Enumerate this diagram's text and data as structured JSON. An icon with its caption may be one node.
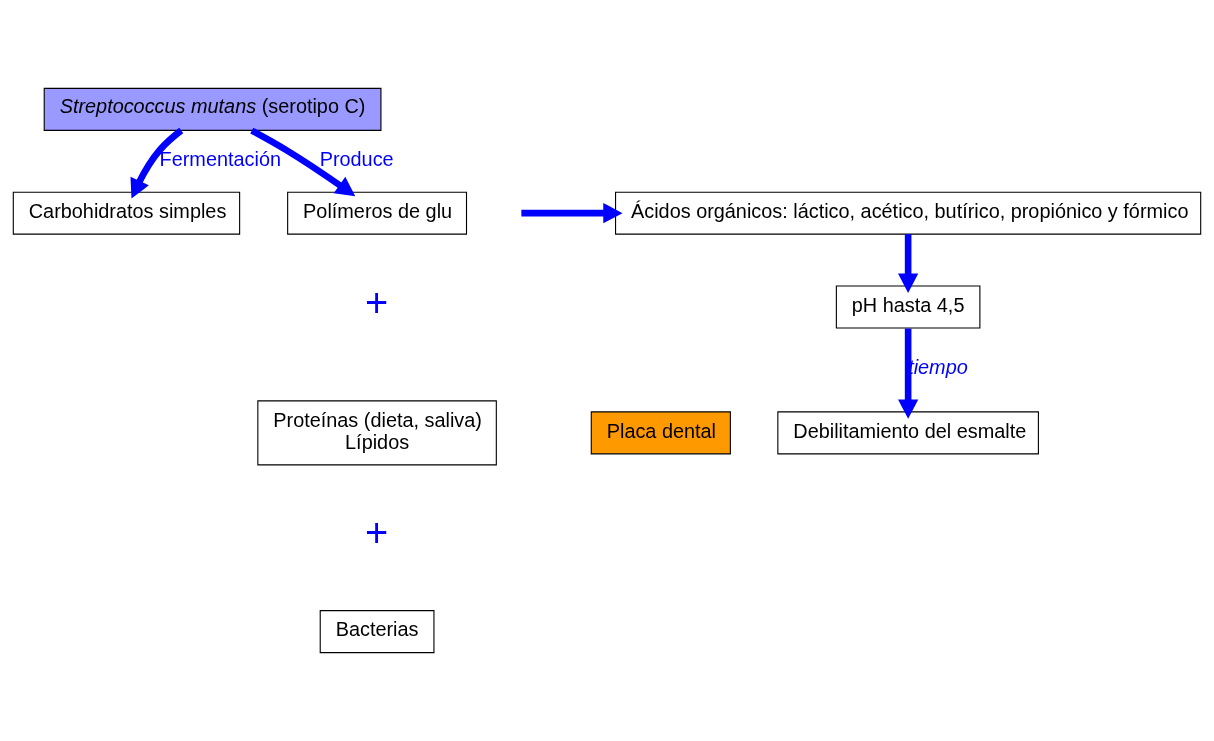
{
  "diagram": {
    "nodes": [
      {
        "text": [
          "*Streptococcus mutans* (serotipo C)"
        ]
      },
      {
        "text": [
          "Carbohidratos simples"
        ]
      },
      {
        "text": [
          "Ácidos orgánicos: láctico, acético, butírico, propiónico y fórmico"
        ]
      },
      {
        "text": [
          "pH hasta 4,5"
        ]
      },
      {
        "text": [
          "Debilitamiento del esmalte"
        ]
      },
      {
        "text": [
          "Polímeros de glu"
        ]
      },
      {
        "text": [
          "Proteínas (dieta, saliva)",
          "Lípidos"
        ]
      },
      {
        "text": [
          "Bacterias"
        ]
      },
      {
        "text": [
          "Placa dental"
        ]
      }
    ],
    "edges": [
      {
        "from": 0,
        "to": 1,
        "arrow": "to",
        "label": "Fermentación"
      },
      {
        "from": null,
        "to": 2,
        "arrow": "to"
      },
      {
        "from": 0,
        "to": 5,
        "arrow": "to",
        "label": "Produce"
      },
      {
        "from": 2,
        "to": 3,
        "arrow": "to"
      },
      {
        "from": 3,
        "to": 4,
        "arrow": "to",
        "label": "*tiempo*"
      }
    ],
    "labels": [
      "+",
      "+"
    ]
  }
}
